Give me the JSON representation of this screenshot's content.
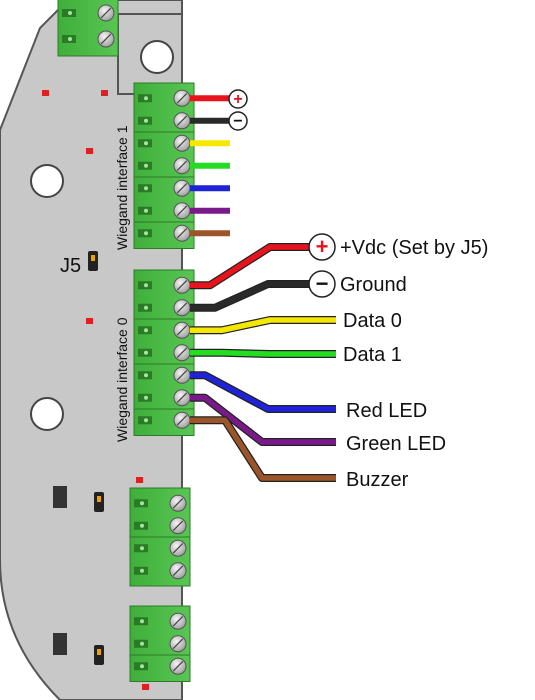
{
  "pcb_labels": {
    "interface_1": "Wiegand interface 1",
    "interface_0": "Wiegand interface 0",
    "jumper": "J5"
  },
  "wire_labels": {
    "vdc": "+Vdc (Set by J5)",
    "ground": "Ground",
    "data0": "Data 0",
    "data1": "Data 1",
    "red_led": "Red LED",
    "green_led": "Green LED",
    "buzzer": "Buzzer"
  },
  "symbols": {
    "plus": "+",
    "minus": "−"
  },
  "wire_colors": {
    "vdc": "#e8141b",
    "ground": "#2a2a2a",
    "data0": "#f5e800",
    "data1": "#22dd22",
    "red_led": "#1f22d6",
    "green_led": "#7a1a8a",
    "buzzer": "#9b5528"
  },
  "icons": {
    "plus_symbol": "plus-circle-icon",
    "minus_symbol": "minus-circle-icon",
    "screw": "screw-terminal-icon"
  }
}
